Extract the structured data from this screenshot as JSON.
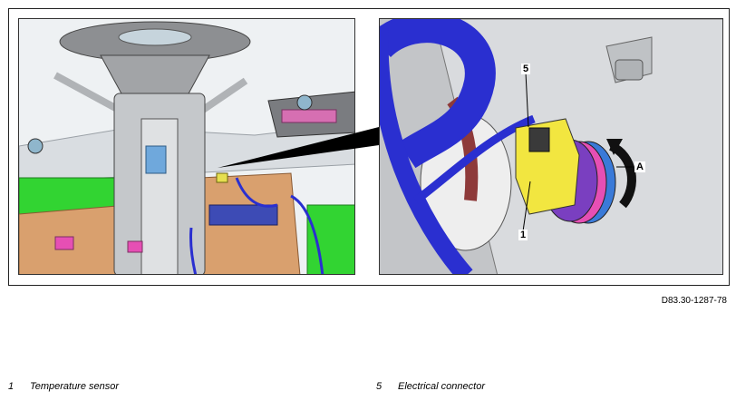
{
  "figure": {
    "reference_code": "D83.30-1287-78",
    "callouts": {
      "c1": "1",
      "c5": "5",
      "cA": "A"
    }
  },
  "legend": [
    {
      "number": "1",
      "text": "Temperature sensor"
    },
    {
      "number": "5",
      "text": "Electrical connector"
    }
  ],
  "colors": {
    "sensor_yellow": "#f2e640",
    "hose_blue": "#2a2fd0",
    "harness_green": "#2fe02f",
    "bracket_tan": "#d8a574",
    "highlight_pink": "#e64fb4"
  }
}
